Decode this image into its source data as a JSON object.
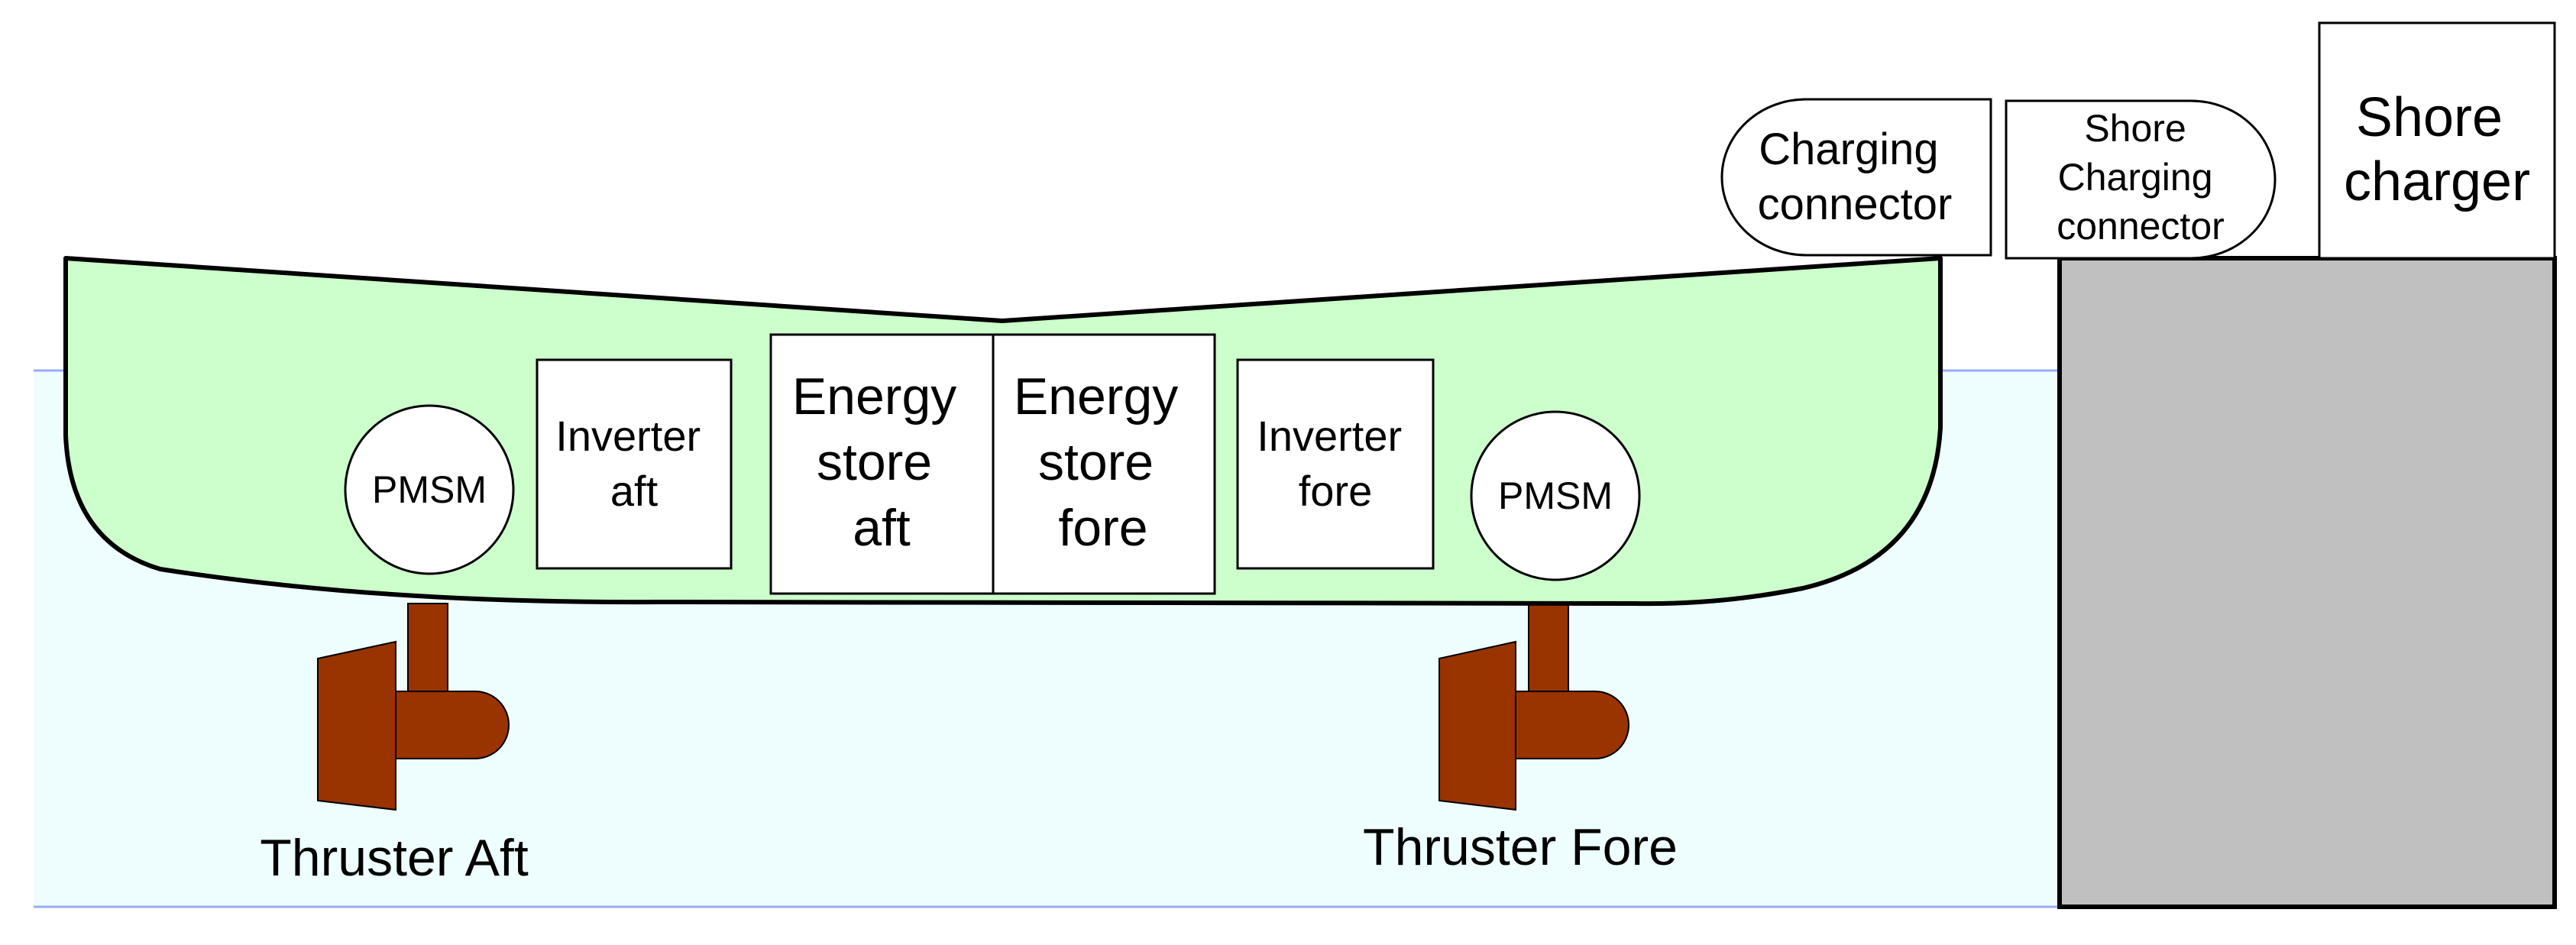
{
  "colors": {
    "water_fill": "#eefefe",
    "water_line": "#99aaff",
    "hull_fill": "#ccffcc",
    "thruster_fill": "#993300",
    "dock_fill": "#c0c0c0",
    "box_fill": "#ffffff",
    "stroke": "#000000"
  },
  "labels": {
    "pmsm_aft": [
      "PMSM"
    ],
    "pmsm_fore": [
      "PMSM"
    ],
    "inverter_aft": [
      "Inverter",
      "aft"
    ],
    "inverter_fore": [
      "Inverter",
      "fore"
    ],
    "energy_aft": [
      "Energy",
      "store",
      "aft"
    ],
    "energy_fore": [
      "Energy",
      "store",
      "fore"
    ],
    "charging_connector": [
      "Charging",
      "connector"
    ],
    "shore_charging_connector": [
      "Shore",
      "Charging",
      "connector"
    ],
    "shore_charger": [
      "Shore",
      "charger"
    ],
    "thruster_aft": [
      "Thruster Aft"
    ],
    "thruster_fore": [
      "Thruster Fore"
    ]
  }
}
